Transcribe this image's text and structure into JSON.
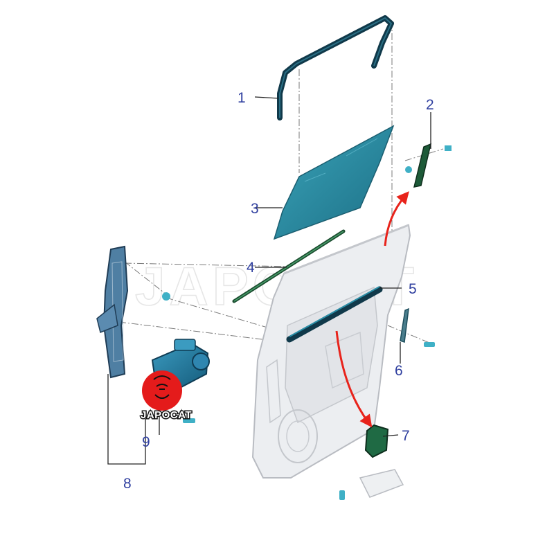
{
  "watermark": "JAPOCAT",
  "logo": {
    "text": "JAPOCAT",
    "color": "#e41b1b"
  },
  "colors": {
    "callout": "#2f3f9f",
    "part_fill": "#2a8fa8",
    "part_dark": "#10394a",
    "arrow": "#e8231b",
    "leader": "#222222",
    "door": "#d6d8dc"
  },
  "callouts": [
    {
      "id": "1",
      "part": "window-run-channel"
    },
    {
      "id": "2",
      "part": "rear-glass-guide"
    },
    {
      "id": "3",
      "part": "door-glass"
    },
    {
      "id": "4",
      "part": "belt-weatherstrip"
    },
    {
      "id": "5",
      "part": "belt-moulding"
    },
    {
      "id": "6",
      "part": "lower-channel-bracket"
    },
    {
      "id": "7",
      "part": "window-switch"
    },
    {
      "id": "8",
      "part": "window-regulator-assembly"
    },
    {
      "id": "9",
      "part": "window-motor"
    }
  ]
}
